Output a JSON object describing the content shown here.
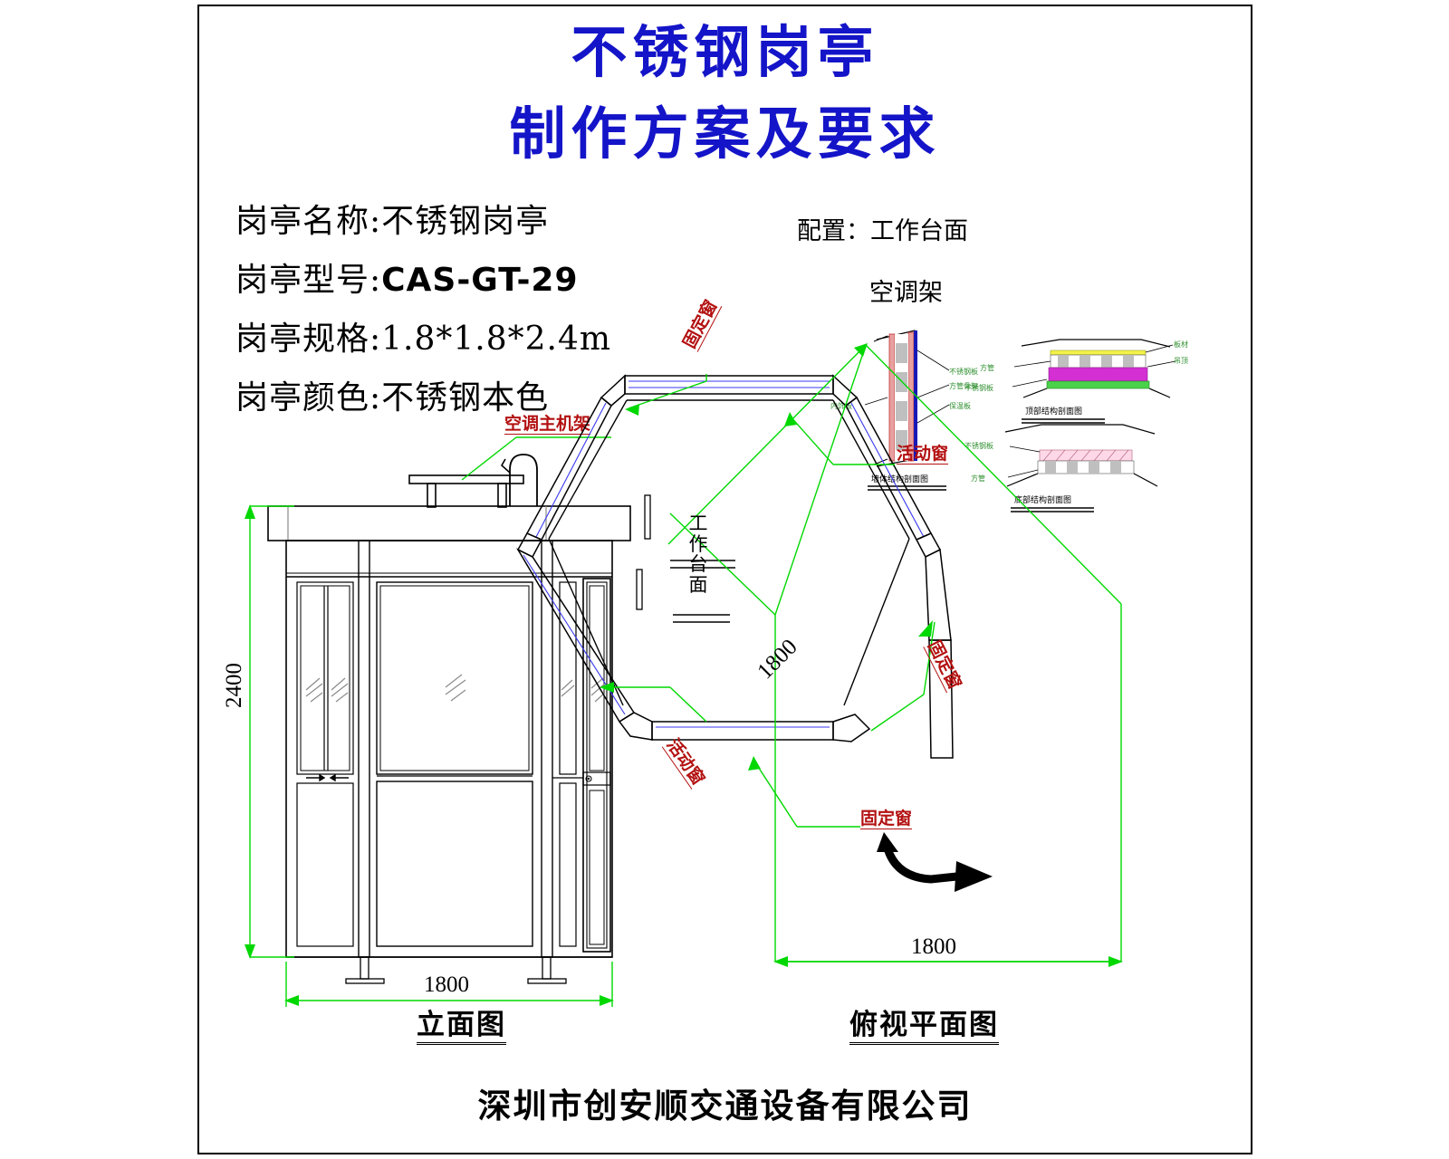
{
  "drawing": {
    "title_line1": "不锈钢岗亭",
    "title_line2": "制作方案及要求",
    "title_color": "#1414c8"
  },
  "specs": [
    {
      "label": "岗亭名称:",
      "value": "不锈钢岗亭"
    },
    {
      "label": "岗亭型号:",
      "value": "CAS-GT-29"
    },
    {
      "label": "岗亭规格:",
      "value": "1.8*1.8*2.4m"
    },
    {
      "label": "岗亭颜色:",
      "value": "不锈钢本色"
    }
  ],
  "configuration": {
    "line1": "配置：工作台面",
    "line2": "空调架"
  },
  "elevation": {
    "caption": "立面图",
    "ac_rack_label": "空调主机架",
    "height_dim": "2400",
    "width_dim": "1800"
  },
  "plan": {
    "caption": "俯视平面图",
    "worktop_label": "工作台面",
    "width_dim": "1800",
    "diagonal_dim": "1800",
    "labels": {
      "fixed_window": "固定窗",
      "movable_window": "活动窗"
    }
  },
  "footer": {
    "company": "深圳市创安顺交通设备有限公司"
  },
  "colors": {
    "title_blue": "#1414c8",
    "dimension_green": "#00d800",
    "annotation_red": "#b31010",
    "line_black": "#000000"
  }
}
